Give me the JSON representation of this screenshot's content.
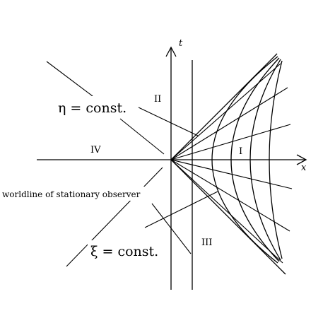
{
  "axes": {
    "t_label": "t",
    "x_label": "x"
  },
  "regions": {
    "I": "I",
    "II": "II",
    "III": "III",
    "IV": "IV"
  },
  "annotations": {
    "eta_label": "η = const.",
    "xi_label": "ξ = const.",
    "observer_label": "worldline of stationary observer"
  }
}
